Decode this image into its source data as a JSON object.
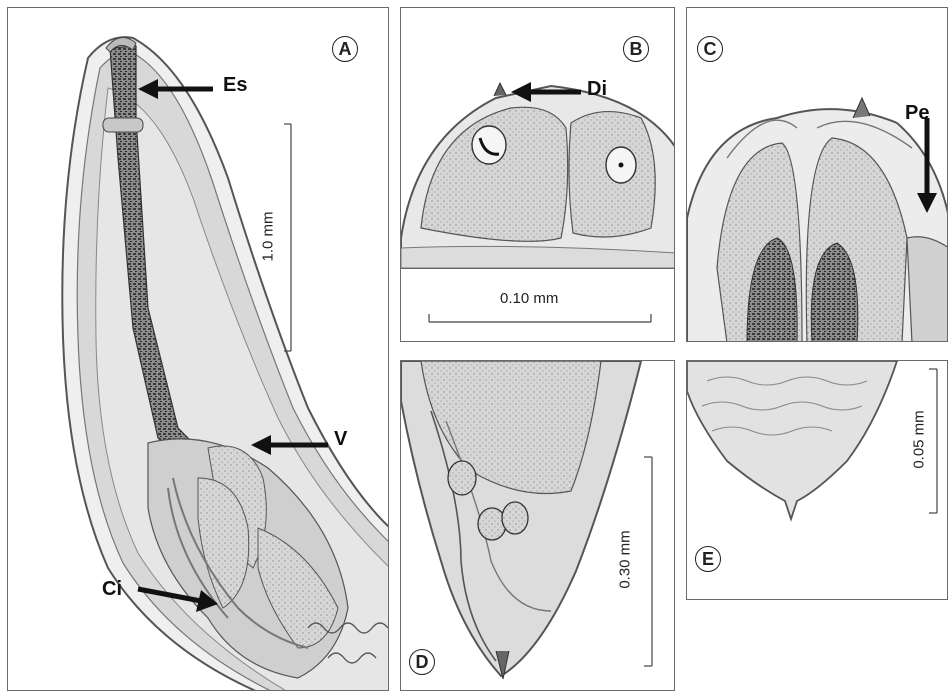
{
  "panels": [
    {
      "id": "A",
      "label": "A"
    },
    {
      "id": "B",
      "label": "B"
    },
    {
      "id": "C",
      "label": "C"
    },
    {
      "id": "D",
      "label": "D"
    },
    {
      "id": "E",
      "label": "E"
    }
  ],
  "annotations": {
    "es": "Es",
    "v": "V",
    "ci": "Ci",
    "di": "Di",
    "pe": "Pe"
  },
  "scale_bars": {
    "a": "1.0 mm",
    "b": "0.10 mm",
    "d": "0.30 mm",
    "e": "0.05 mm"
  },
  "colors": {
    "outline": "#555555",
    "tissue": "#d9d9d9",
    "dark_tissue": "#4a4a4a"
  }
}
